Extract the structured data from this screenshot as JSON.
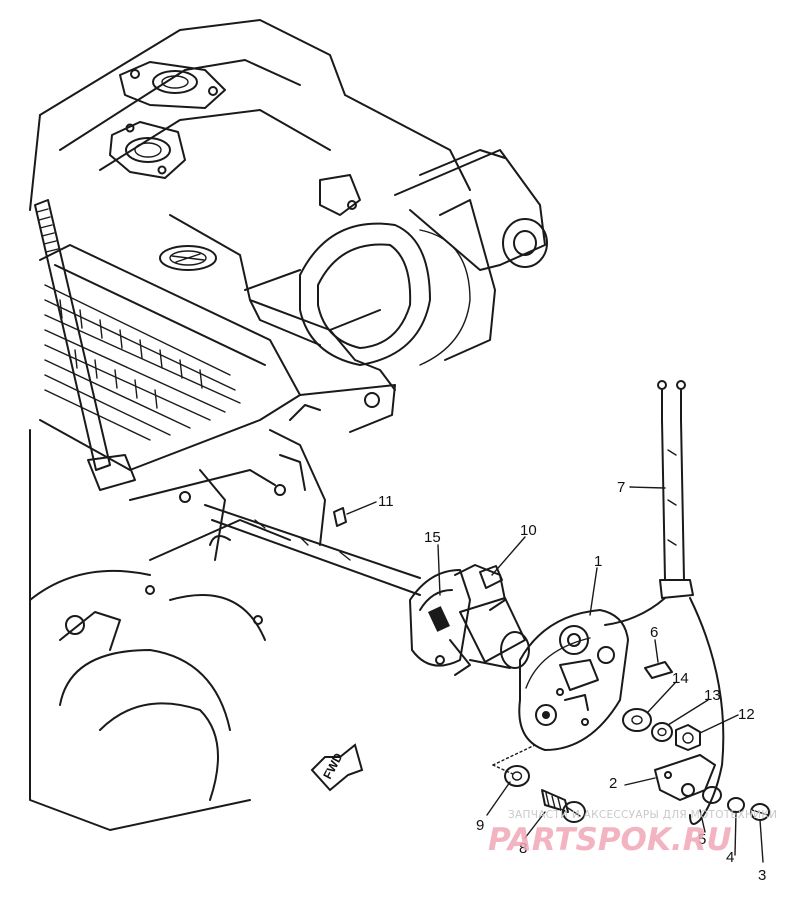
{
  "callouts": [
    {
      "id": "callout-1",
      "text": "1"
    },
    {
      "id": "callout-2",
      "text": "2"
    },
    {
      "id": "callout-3",
      "text": "3"
    },
    {
      "id": "callout-4",
      "text": "4"
    },
    {
      "id": "callout-5",
      "text": "5"
    },
    {
      "id": "callout-6",
      "text": "6"
    },
    {
      "id": "callout-7",
      "text": "7"
    },
    {
      "id": "callout-8",
      "text": "8"
    },
    {
      "id": "callout-9",
      "text": "9"
    },
    {
      "id": "callout-10",
      "text": "10"
    },
    {
      "id": "callout-11",
      "text": "11"
    },
    {
      "id": "callout-12",
      "text": "12"
    },
    {
      "id": "callout-13",
      "text": "13"
    },
    {
      "id": "callout-14",
      "text": "14"
    },
    {
      "id": "callout-15",
      "text": "15"
    }
  ],
  "direction_marker": {
    "text": "FWD"
  },
  "watermark": {
    "tagline": "ЗАПЧАСТИ И АКСЕССУАРЫ ДЛЯ МОТОТЕХНИКИ",
    "brand": "PARTSPOK.RU",
    "brand_color": "#f2a7b8"
  },
  "colors": {
    "ink": "#1a1a1a",
    "paper": "#ffffff"
  }
}
